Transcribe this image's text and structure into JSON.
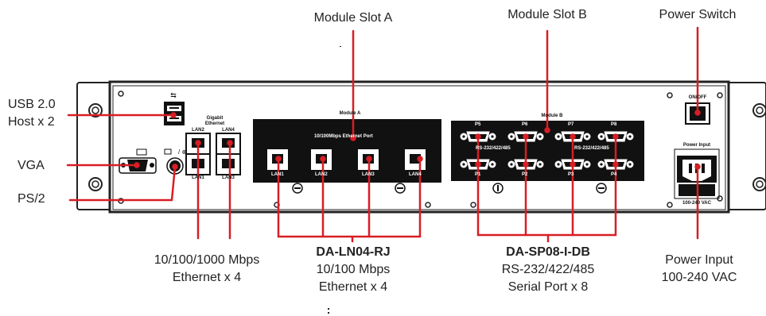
{
  "callouts": {
    "module_slot_a": "Module Slot A",
    "module_slot_b": "Module Slot B",
    "power_switch": "Power Switch",
    "usb": [
      "USB 2.0",
      "Host x 2"
    ],
    "vga": "VGA",
    "ps2": "PS/2",
    "lan_gigabit": [
      "10/100/1000 Mbps",
      "Ethernet x 4"
    ],
    "ln04": [
      "DA-LN04-RJ",
      "10/100 Mbps",
      "Ethernet x 4"
    ],
    "sp08": [
      "DA-SP08-I-DB",
      "RS-232/422/485",
      "Serial Port x 8"
    ],
    "power_input": [
      "Power Input",
      "100-240 VAC"
    ]
  },
  "panel": {
    "gigabit_ethernet": [
      "Gigabit",
      "Ethernet"
    ],
    "onboard_lan": [
      "LAN2",
      "LAN4",
      "LAN1",
      "LAN3"
    ],
    "module_a_title": "Module A",
    "module_a_subtitle": "10/100Mbps Ethernet Port",
    "module_a_ports": [
      "LAN1",
      "LAN2",
      "LAN3",
      "LAN4"
    ],
    "module_b_title": "Module B",
    "module_b_ports": [
      "P5",
      "P6",
      "P7",
      "P8",
      "P1",
      "P2",
      "P3",
      "P4"
    ],
    "module_b_serial": [
      "RS-232/422/485",
      "RS-232/422/485"
    ],
    "switch_label": "ON/OFF",
    "power_input_label": "Power Input",
    "voltage_label": "100-240 VAC"
  },
  "colors": {
    "callout_line": "#d81e24",
    "panel_dark": "#111111",
    "chassis": "#ffffff"
  }
}
